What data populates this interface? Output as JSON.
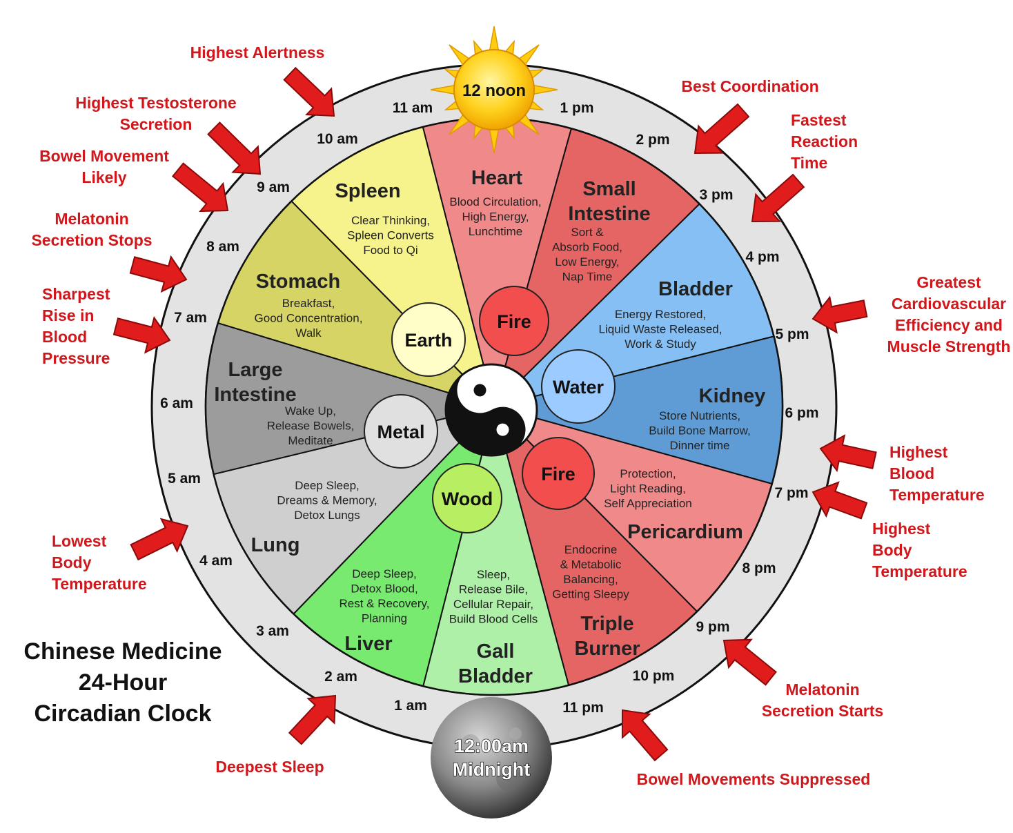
{
  "title": [
    "Chinese Medicine",
    "24-Hour",
    "Circadian Clock"
  ],
  "noon_label": "12 noon",
  "midnight_label": [
    "12:00am",
    "Midnight"
  ],
  "hours": [
    "11 am",
    "1 pm",
    "2 pm",
    "3 pm",
    "4 pm",
    "5 pm",
    "6 pm",
    "7 pm",
    "8 pm",
    "9 pm",
    "10 pm",
    "11 pm",
    "1 am",
    "2 am",
    "3 am",
    "4 am",
    "5 am",
    "6 am",
    "7 am",
    "8 am",
    "9 am",
    "10 am"
  ],
  "elements": [
    "Earth",
    "Fire",
    "Water",
    "Metal",
    "Fire",
    "Wood"
  ],
  "organs": [
    {
      "name": [
        "Heart"
      ],
      "desc": [
        "Blood Circulation,",
        "High Energy,",
        "Lunchtime"
      ],
      "color": "#f08a8a"
    },
    {
      "name": [
        "Small",
        "Intestine"
      ],
      "desc": [
        "Sort &",
        "Absorb Food,",
        "Low Energy,",
        "Nap Time"
      ],
      "color": "#e56565"
    },
    {
      "name": [
        "Bladder"
      ],
      "desc": [
        "Energy Restored,",
        "Liquid Waste Released,",
        "Work & Study"
      ],
      "color": "#86bff3"
    },
    {
      "name": [
        "Kidney"
      ],
      "desc": [
        "Store Nutrients,",
        "Build Bone Marrow,",
        "Dinner time"
      ],
      "color": "#5f9cd6"
    },
    {
      "name": [
        "Pericardium"
      ],
      "desc": [
        "Protection,",
        "Light Reading,",
        "Self Appreciation"
      ],
      "color": "#f08a8a"
    },
    {
      "name": [
        "Triple",
        "Burner"
      ],
      "desc": [
        "Endocrine",
        "& Metabolic",
        "Balancing,",
        "Getting Sleepy"
      ],
      "color": "#e56565"
    },
    {
      "name": [
        "Gall",
        "Bladder"
      ],
      "desc": [
        "Sleep,",
        "Release Bile,",
        "Cellular Repair,",
        "Build Blood Cells"
      ],
      "color": "#aef0a8"
    },
    {
      "name": [
        "Liver"
      ],
      "desc": [
        "Deep Sleep,",
        "Detox Blood,",
        "Rest & Recovery,",
        "Planning"
      ],
      "color": "#78ea70"
    },
    {
      "name": [
        "Lung"
      ],
      "desc": [
        "Deep Sleep,",
        "Dreams & Memory,",
        "Detox Lungs"
      ],
      "color": "#cfcfcf"
    },
    {
      "name": [
        "Large",
        "Intestine"
      ],
      "desc": [
        "Wake Up,",
        "Release Bowels,",
        "Meditate"
      ],
      "color": "#9c9c9c"
    },
    {
      "name": [
        "Stomach"
      ],
      "desc": [
        "Breakfast,",
        "Good Concentration,",
        "Walk"
      ],
      "color": "#d6d464"
    },
    {
      "name": [
        "Spleen"
      ],
      "desc": [
        "Clear Thinking,",
        "Spleen Converts",
        "Food to Qi"
      ],
      "color": "#f6f28c"
    }
  ],
  "annotations": [
    [
      "Highest Alertness"
    ],
    [
      "Highest Testosterone",
      "Secretion"
    ],
    [
      "Bowel Movement",
      "Likely"
    ],
    [
      "Melatonin",
      "Secretion Stops"
    ],
    [
      "Sharpest",
      "Rise in",
      "Blood",
      "Pressure"
    ],
    [
      "Lowest",
      "Body",
      "Temperature"
    ],
    [
      "Deepest Sleep"
    ],
    [
      "Best Coordination"
    ],
    [
      "Fastest",
      "Reaction",
      "Time"
    ],
    [
      "Greatest",
      "Cardiovascular",
      "Efficiency and",
      "Muscle Strength"
    ],
    [
      "Highest",
      "Blood",
      "Temperature"
    ],
    [
      "Highest",
      "Body",
      "Temperature"
    ],
    [
      "Melatonin",
      "Secretion Starts"
    ],
    [
      "Bowel Movements Suppressed"
    ]
  ],
  "colors": {
    "annotation_red": "#d0171b",
    "ring": "#e3e3e3",
    "element_earth": "#fffdc8",
    "element_fire": "#f24e4e",
    "element_water": "#9ccbff",
    "element_metal": "#e0e0e0",
    "element_wood": "#b8ee62"
  }
}
